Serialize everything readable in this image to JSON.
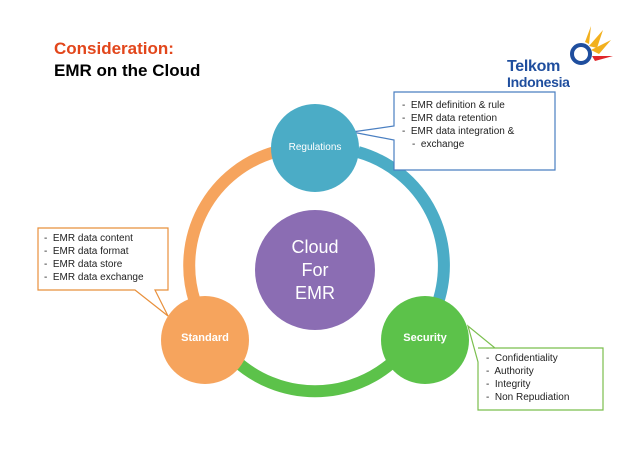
{
  "title": {
    "line1": "Consideration:",
    "line2": "EMR on the Cloud"
  },
  "logo": {
    "line1": "Telkom",
    "line2": "Indonesia"
  },
  "center": {
    "lines": [
      "Cloud",
      "For",
      "EMR"
    ],
    "color": "#8b6db3"
  },
  "nodes": {
    "regulations": {
      "label": "Regulations",
      "color": "#4bacc6"
    },
    "security": {
      "label": "Security",
      "color": "#5cc24a"
    },
    "standard": {
      "label": "Standard",
      "color": "#f6a45d"
    }
  },
  "callouts": {
    "regulations": [
      "EMR definition & rule",
      "EMR data retention",
      "EMR data integration &",
      "exchange"
    ],
    "standard": [
      "EMR data content",
      "EMR data format",
      "EMR data store",
      "EMR data exchange"
    ],
    "security": [
      "Confidentiality",
      "Authority",
      "Integrity",
      "Non Repudiation"
    ]
  },
  "colors": {
    "title_accent": "#e2461b",
    "callout_border": "#4a7fc1",
    "callout_border_orange": "#e8903c",
    "callout_border_green": "#7bbf4e"
  }
}
